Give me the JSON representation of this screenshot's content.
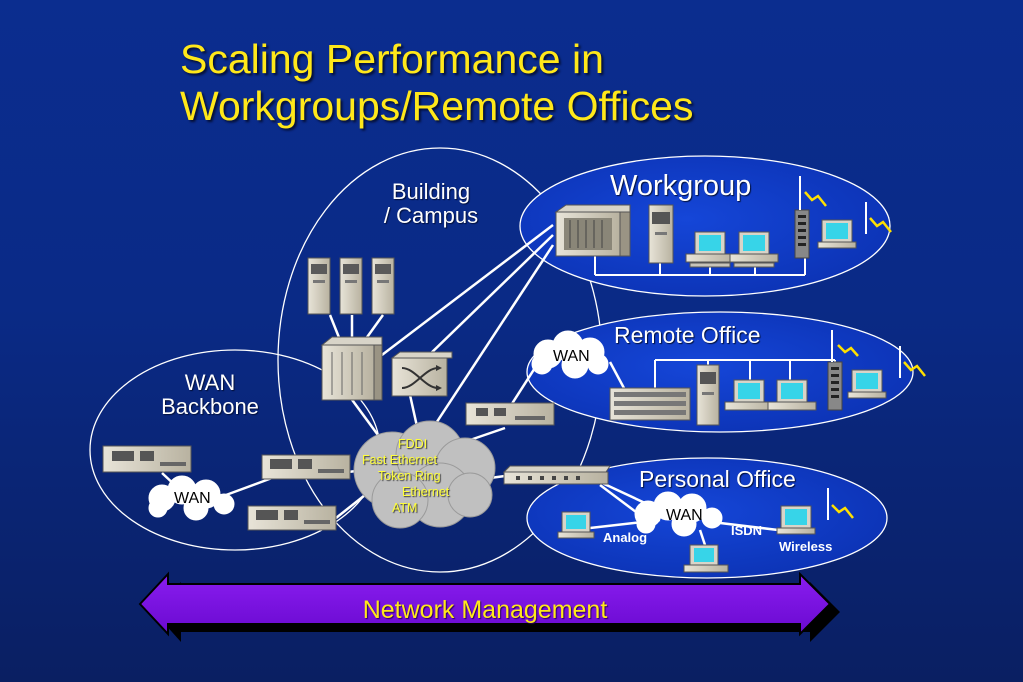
{
  "title": {
    "line1": "Scaling Performance in",
    "line2": "Workgroups/Remote Offices"
  },
  "regions": {
    "building_campus": {
      "line1": "Building",
      "line2": "/ Campus"
    },
    "workgroup": "Workgroup",
    "remote_office": "Remote Office",
    "wan_backbone": {
      "line1": "WAN",
      "line2": "Backbone"
    },
    "personal_office": "Personal Office"
  },
  "clouds": {
    "remote_wan": "WAN",
    "backbone_wan": "WAN",
    "personal_wan": "WAN"
  },
  "core_cloud": {
    "items": [
      "FDDI",
      "Fast Ethernet",
      "Token Ring",
      "Ethernet",
      "ATM"
    ]
  },
  "connections": {
    "analog": "Analog",
    "isdn": "ISDN",
    "wireless": "Wireless"
  },
  "footer": {
    "network_management": "Network Management"
  },
  "colors": {
    "background": "#0a2a86",
    "title": "#ffe81a",
    "arrow": "#7b10e6",
    "ellipse_fill": "#0e3bc8",
    "cloud": "#ffffff",
    "core_cloud": "#bfbfbf",
    "fddi_text": "#ffff3a"
  },
  "icons": [
    "tower-server-icon",
    "chassis-switch-icon",
    "router-icon",
    "hub-icon",
    "workstation-icon",
    "antenna-icon",
    "modem-icon"
  ]
}
